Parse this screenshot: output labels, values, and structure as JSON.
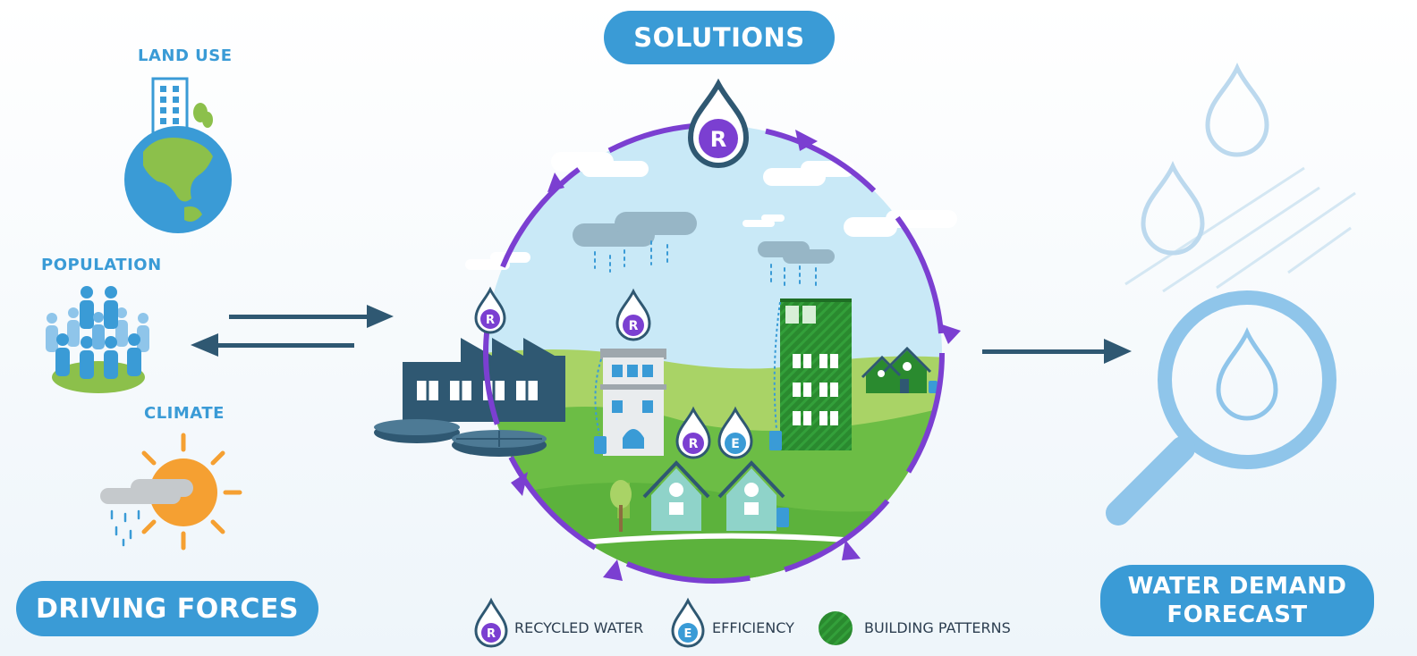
{
  "header": {
    "solutions_label": "SOLUTIONS"
  },
  "driving_forces": {
    "title": "DRIVING FORCES",
    "items": [
      {
        "label": "LAND USE",
        "icon": "globe-with-building-icon"
      },
      {
        "label": "POPULATION",
        "icon": "people-group-icon"
      },
      {
        "label": "CLIMATE",
        "icon": "sun-cloud-rain-icon"
      }
    ]
  },
  "forecast": {
    "title_line1": "WATER DEMAND",
    "title_line2": "FORECAST",
    "icon": "magnifier-water-drop-icon"
  },
  "drops": {
    "recycled_letter": "R",
    "efficiency_letter": "E"
  },
  "legend": [
    {
      "label": "RECYCLED WATER",
      "letter": "R",
      "color": "#7b3fd1"
    },
    {
      "label": "EFFICIENCY",
      "letter": "E",
      "color": "#3a9bd6"
    },
    {
      "label": "BUILDING PATTERNS",
      "color": "#2a8a2f"
    }
  ],
  "colors": {
    "accent_blue": "#3a9bd6",
    "cycle_purple": "#7b3fd1",
    "dark_navy": "#2f5872",
    "green": "#2a8a2f"
  }
}
